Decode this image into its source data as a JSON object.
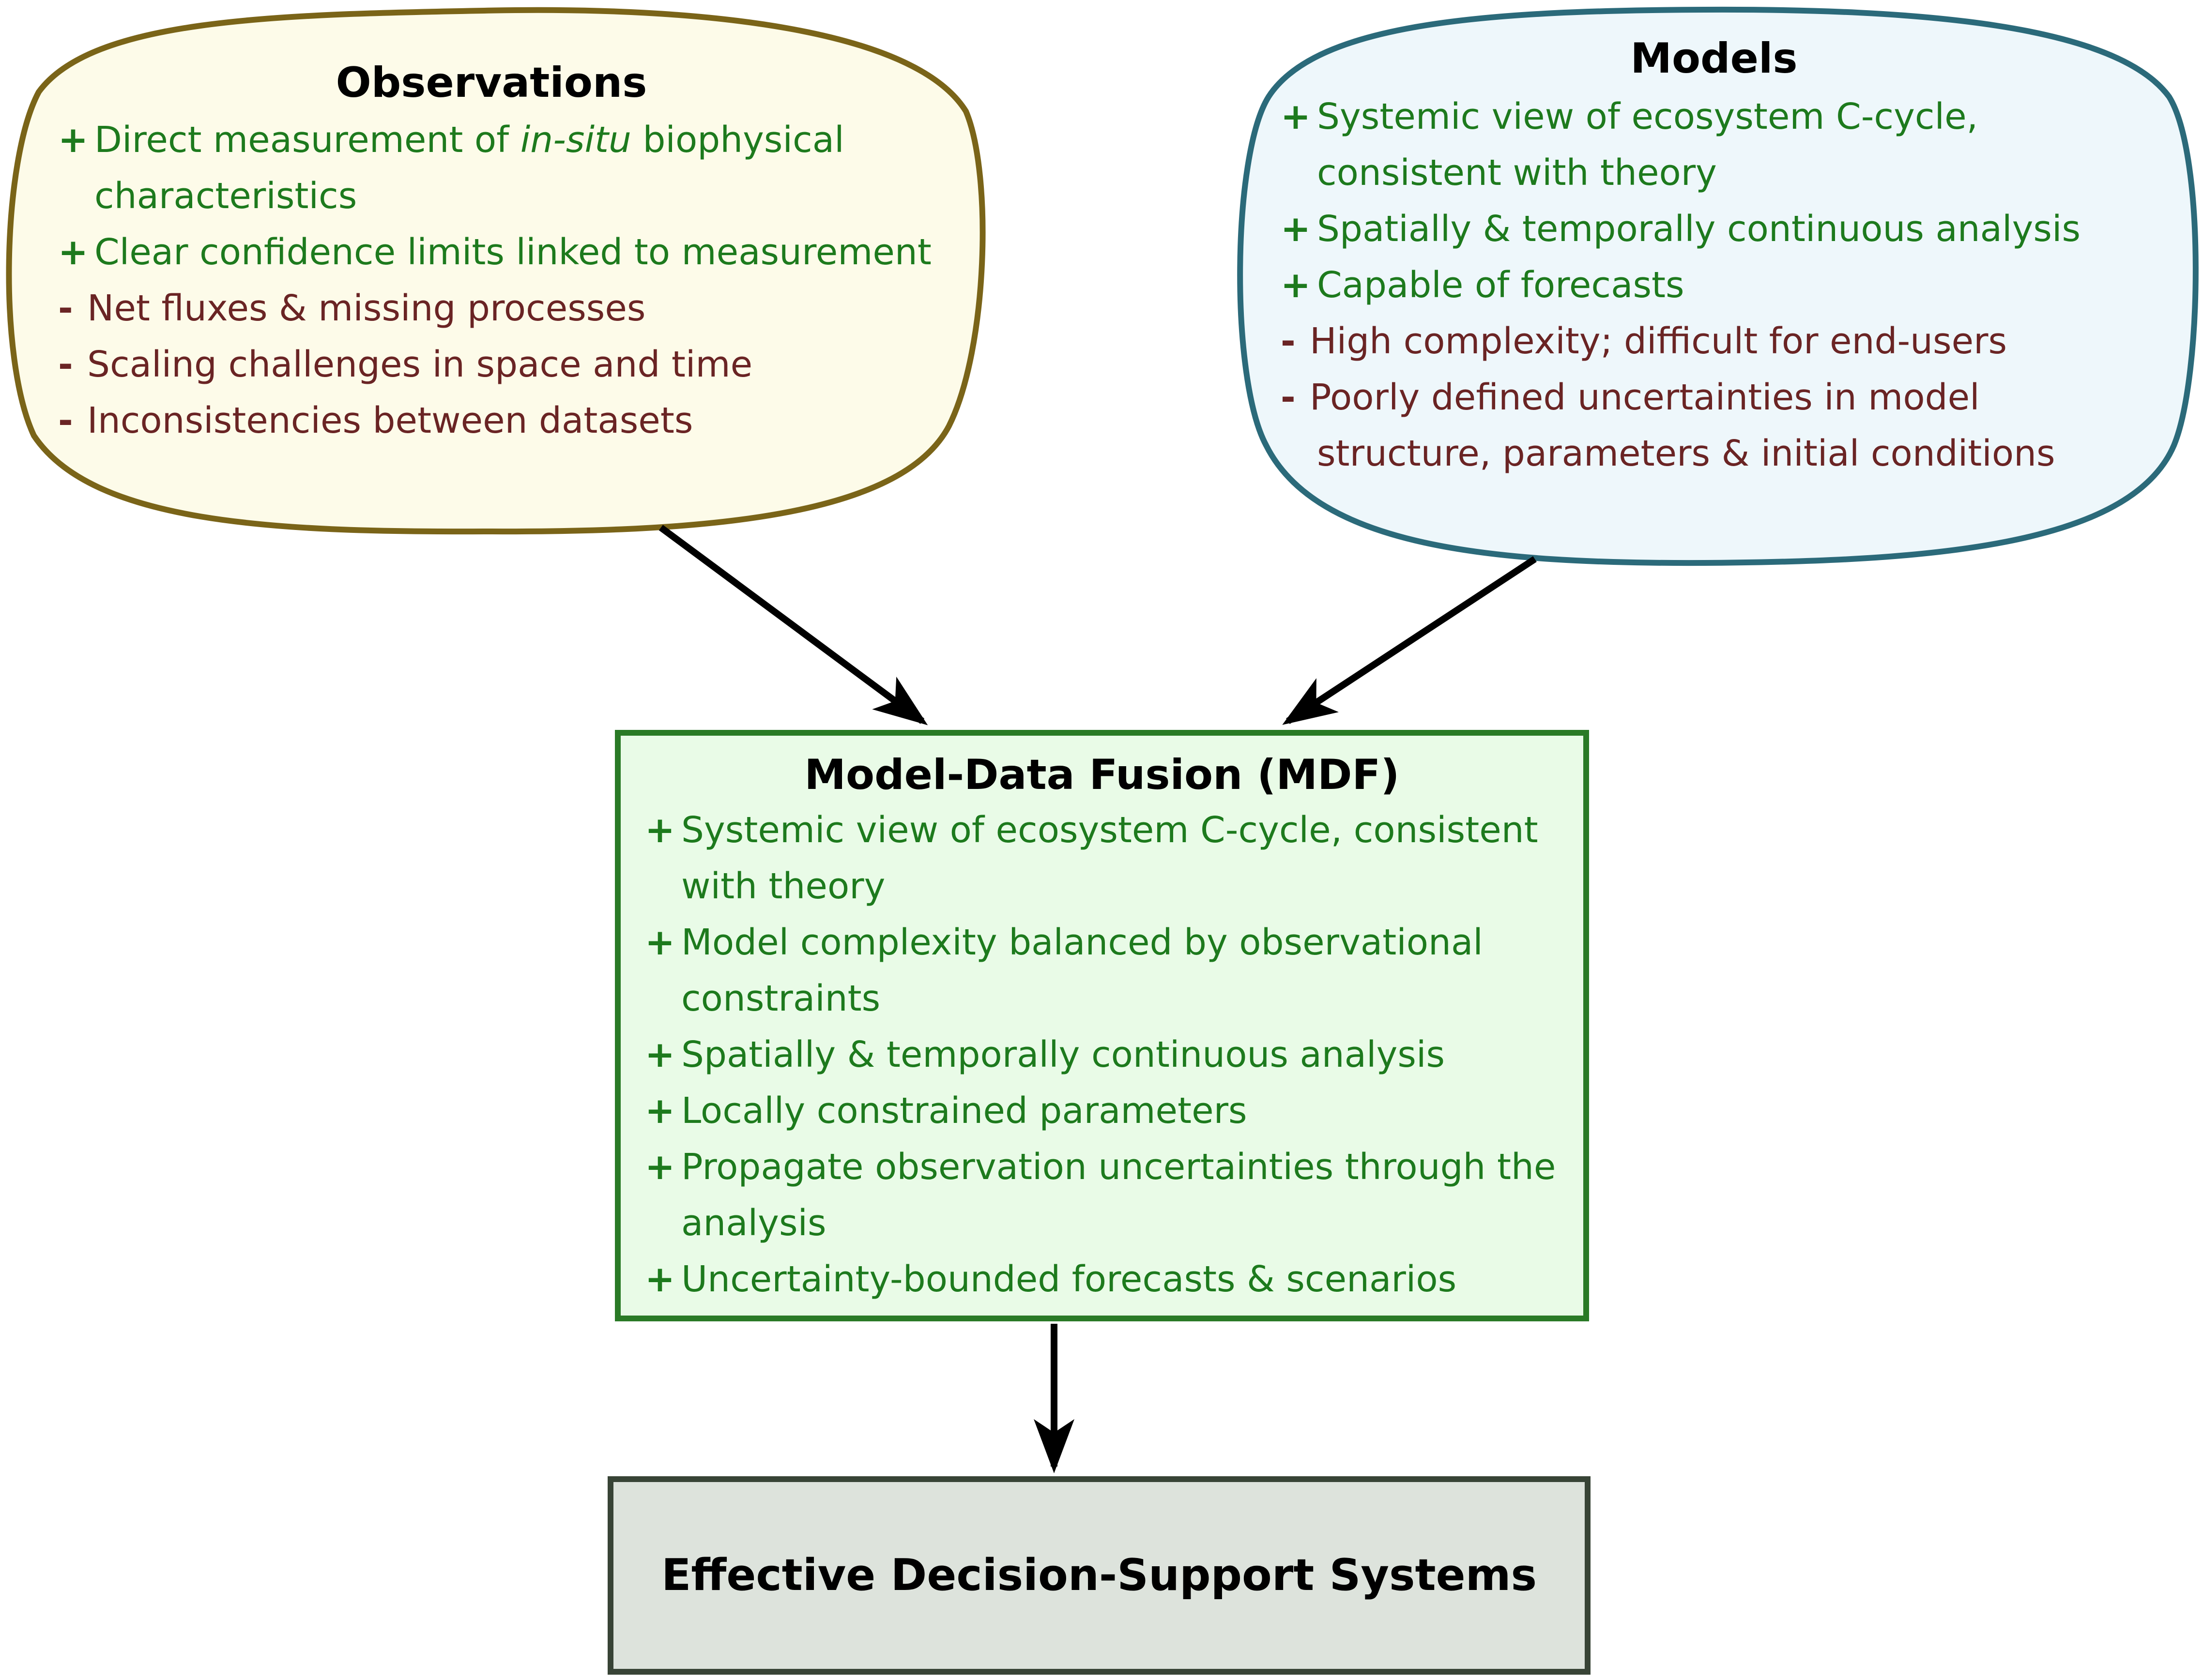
{
  "observations": {
    "title": "Observations",
    "items": [
      {
        "sign": "+",
        "lines": [
          "Direct measurement of in-situ biophysical",
          "characteristics"
        ]
      },
      {
        "sign": "+",
        "lines": [
          "Clear confidence limits linked to measurement"
        ]
      },
      {
        "sign": "-",
        "lines": [
          "Net fluxes & missing processes"
        ]
      },
      {
        "sign": "-",
        "lines": [
          "Scaling challenges in space and time"
        ]
      },
      {
        "sign": "-",
        "lines": [
          "Inconsistencies between datasets"
        ]
      }
    ]
  },
  "models": {
    "title": "Models",
    "items": [
      {
        "sign": "+",
        "lines": [
          "Systemic view of ecosystem C-cycle,",
          "consistent with theory"
        ]
      },
      {
        "sign": "+",
        "lines": [
          "Spatially & temporally continuous analysis"
        ]
      },
      {
        "sign": "+",
        "lines": [
          "Capable of forecasts"
        ]
      },
      {
        "sign": "-",
        "lines": [
          "High complexity; difficult for end-users"
        ]
      },
      {
        "sign": "-",
        "lines": [
          "Poorly defined uncertainties in model",
          "structure, parameters & initial conditions"
        ]
      }
    ]
  },
  "mdf": {
    "title": "Model-Data Fusion (MDF)",
    "items": [
      {
        "sign": "+",
        "lines": [
          "Systemic view of ecosystem C-cycle, consistent",
          "with theory"
        ]
      },
      {
        "sign": "+",
        "lines": [
          "Model complexity balanced by observational",
          "constraints"
        ]
      },
      {
        "sign": "+",
        "lines": [
          "Spatially & temporally continuous analysis"
        ]
      },
      {
        "sign": "+",
        "lines": [
          "Locally constrained parameters"
        ]
      },
      {
        "sign": "+",
        "lines": [
          "Propagate observation uncertainties through the",
          "analysis"
        ]
      },
      {
        "sign": "+",
        "lines": [
          "Uncertainty-bounded forecasts & scenarios"
        ]
      }
    ]
  },
  "dss": {
    "title": "Effective Decision-Support Systems"
  },
  "colors": {
    "observations_fill": "#fdfbe9",
    "observations_border": "#7a6418",
    "models_fill": "#eef7fb",
    "models_border": "#2b6a7a",
    "mdf_fill": "#e9fbe7",
    "mdf_border": "#2a7a26",
    "dss_fill": "#dde3dc",
    "dss_border": "#384436",
    "pro_text": "#1d7a1d",
    "con_text": "#6a2424",
    "arrow": "#000000"
  }
}
